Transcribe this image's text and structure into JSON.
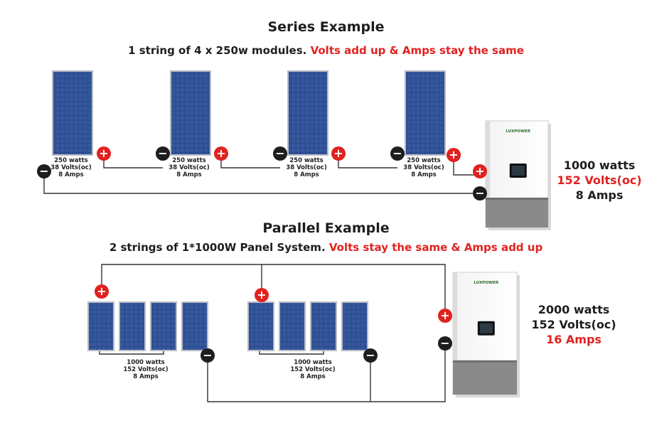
{
  "series": {
    "title": "Series Example",
    "subtitle_main": "1 string of 4 x 250w modules.",
    "subtitle_highlight": "Volts add up & Amps stay the same",
    "modules": [
      {
        "watts": "250 watts",
        "volts": "38 Volts(oc)",
        "amps": "8 Amps"
      },
      {
        "watts": "250 watts",
        "volts": "38 Volts(oc)",
        "amps": "8 Amps"
      },
      {
        "watts": "250 watts",
        "volts": "38 Volts(oc)",
        "amps": "8 Amps"
      },
      {
        "watts": "250 watts",
        "volts": "38 Volts(oc)",
        "amps": "8 Amps"
      }
    ],
    "total": {
      "watts": "1000 watts",
      "volts": "152 Volts(oc)",
      "amps": "8 Amps"
    }
  },
  "parallel": {
    "title": "Parallel Example",
    "subtitle_main": "2 strings of 1*1000W Panel System.",
    "subtitle_highlight": "Volts stay the same & Amps add up",
    "strings": [
      {
        "watts": "1000 watts",
        "volts": "152 Volts(oc)",
        "amps": "8 Amps"
      },
      {
        "watts": "1000 watts",
        "volts": "152 Volts(oc)",
        "amps": "8 Amps"
      }
    ],
    "total": {
      "watts": "2000 watts",
      "volts": "152 Volts(oc)",
      "amps": "16 Amps"
    }
  },
  "inverter": {
    "brand": "LUXPOWER"
  },
  "symbols": {
    "plus": "+",
    "minus": "−"
  },
  "colors": {
    "highlight": "#e0221f",
    "plus_terminal": "#e0221f",
    "minus_terminal": "#1e1e1e",
    "panel": "#2a4a8c",
    "wire": "#333333"
  }
}
